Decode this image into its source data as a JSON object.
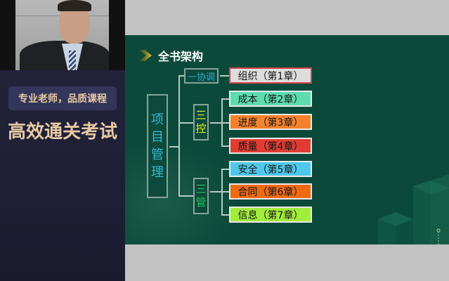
{
  "webcam": {
    "label": "presenter-video"
  },
  "promo": {
    "badge": "专业老师，品质课程",
    "title": "高效通关考试"
  },
  "slide": {
    "title": "全书架构",
    "root": {
      "label": "项目管理",
      "chars": [
        "项",
        "目",
        "管",
        "理"
      ]
    },
    "groups": [
      {
        "label": "一协调",
        "color": "#2fa7cf"
      },
      {
        "label": "三控",
        "chars": [
          "三",
          "控"
        ],
        "color": "#e6ef2a"
      },
      {
        "label": "三管",
        "chars": [
          "三",
          "管"
        ],
        "color": "#22c15a"
      }
    ],
    "chapters": [
      {
        "text": "组织（第1章）",
        "bg": "#dddddd",
        "border": "#d9434a"
      },
      {
        "text": "成本（第2章）",
        "bg": "#5ddcb0",
        "border": "#eeeeee"
      },
      {
        "text": "进度（第3章）",
        "bg": "#f5822a",
        "border": "#eeeeee"
      },
      {
        "text": "质量（第4章）",
        "bg": "#e03c34",
        "border": "#eeeeee"
      },
      {
        "text": "安全（第5章）",
        "bg": "#4fc8ec",
        "border": "#eeeeee"
      },
      {
        "text": "合同（第6章）",
        "bg": "#ef6a10",
        "border": "#eeeeee"
      },
      {
        "text": "信息（第7章）",
        "bg": "#a2ec3a",
        "border": "#eeeeee"
      }
    ]
  },
  "colors": {
    "slide_bg": "#0b4a3a",
    "promo_bg": "#1b1b30",
    "promo_text": "#e7c9a2",
    "letterbox": "#c2c2c2"
  }
}
